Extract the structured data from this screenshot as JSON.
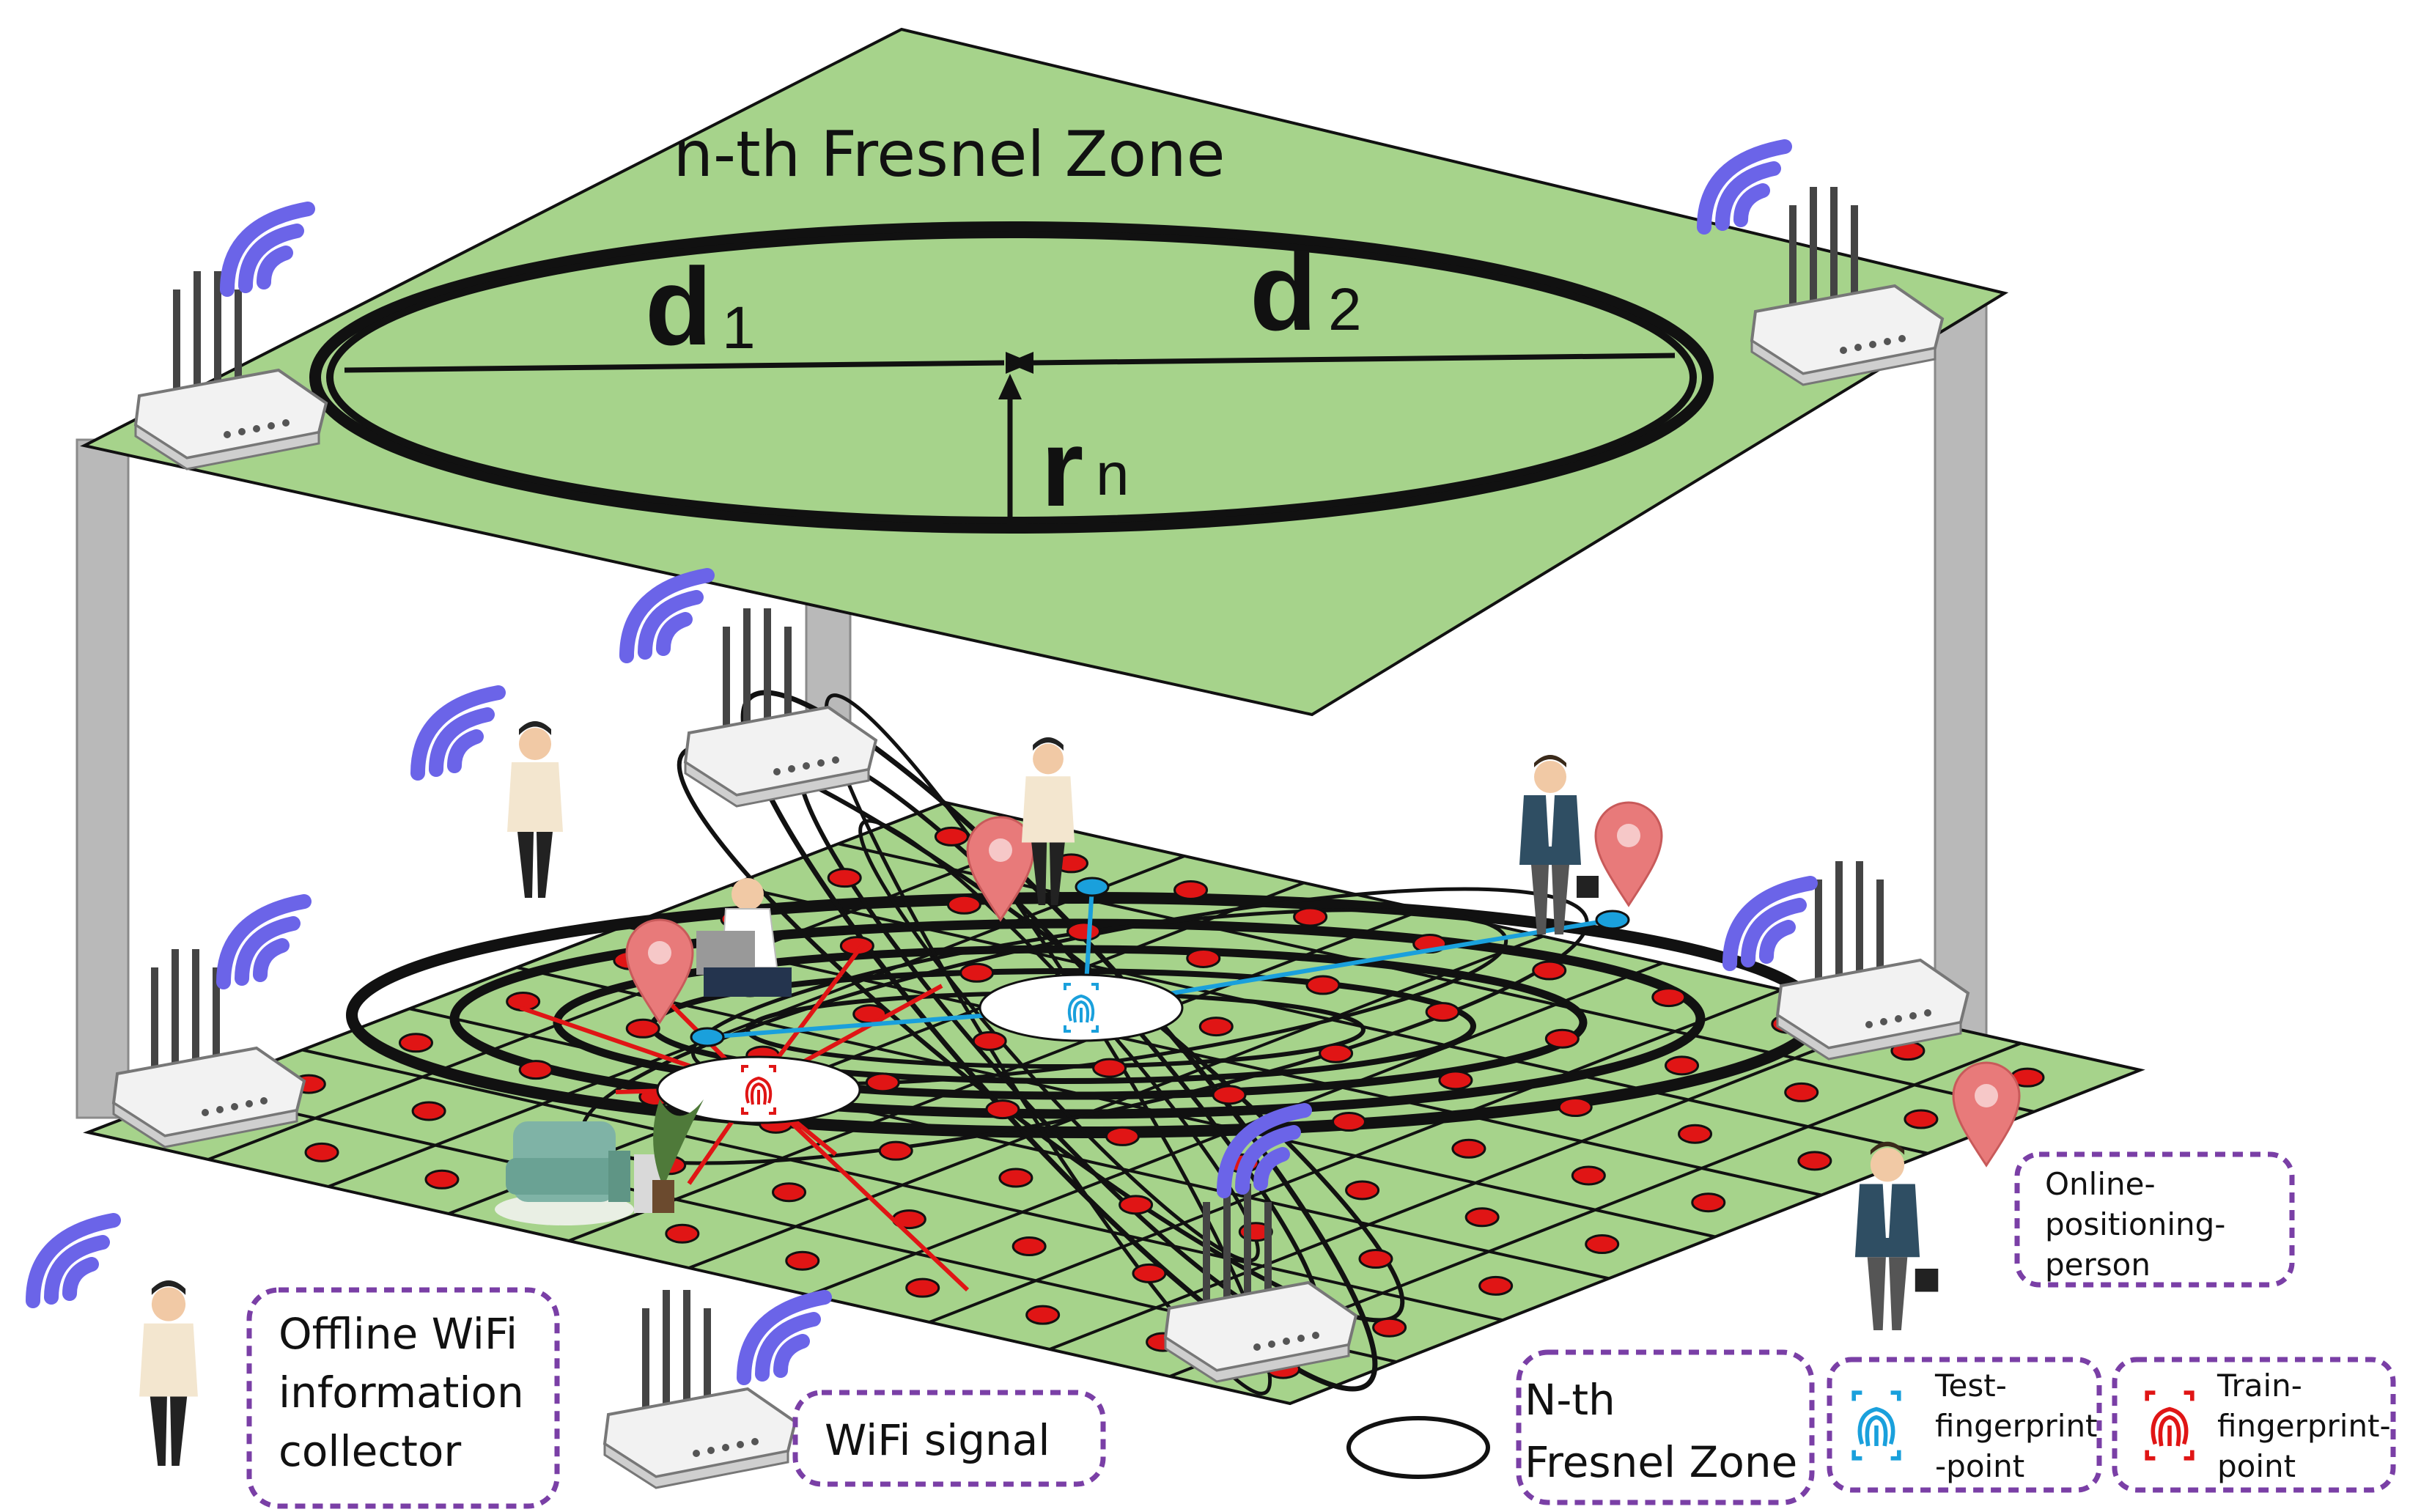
{
  "title": "n-th Fresnel Zone",
  "labels": {
    "d1_main": "d",
    "d1_sub": "1",
    "d2_main": "d",
    "d2_sub": "2",
    "rn_main": "r",
    "rn_sub": "n"
  },
  "legend": {
    "offline_collector": [
      "Offline WiFi",
      "information",
      "collector"
    ],
    "wifi_signal": "WiFi signal",
    "fresnel_zone": [
      "N-th",
      "Fresnel Zone"
    ],
    "test_fp": [
      "Test-",
      "fingerprint",
      "-point"
    ],
    "train_fp": [
      "Train-",
      "fingerprint-",
      "point"
    ],
    "online_person": [
      "Online-",
      "positioning-",
      "person"
    ]
  },
  "colors": {
    "floor": "#a6d38b",
    "ceiling": "#a6d38b",
    "grid": "#111111",
    "wifi": "#6b64e8",
    "train_link": "#e01515",
    "test_link": "#1aa0dc",
    "fp_dot": "#e01515",
    "pin": "#e87a7a",
    "legend_border": "#7a3fa6",
    "pillar": "#b9b9b9"
  },
  "icons": {
    "router": "wifi-router-icon",
    "wifi": "wifi-signal-icon",
    "pin": "location-pin-icon",
    "fingerprint": "fingerprint-icon",
    "person": "person-icon"
  }
}
